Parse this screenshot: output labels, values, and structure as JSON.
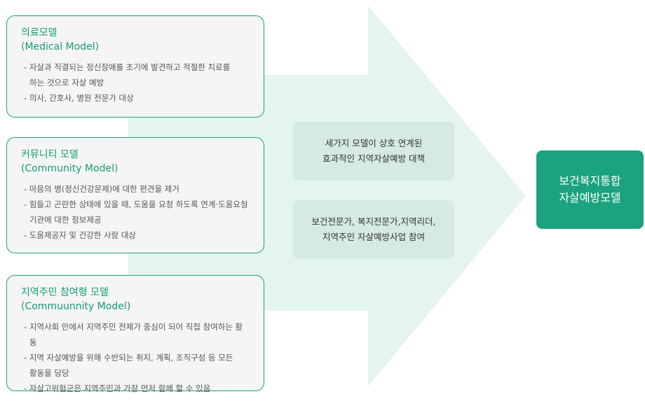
{
  "models": [
    {
      "title": "의료모델",
      "subtitle": "(Medical Model)",
      "items": [
        "자살과 직결되는 정신장애를 초기에 발견하고  적절한 치료를\n하는 것으로 자살 예방",
        "의사, 간호사, 병원 전문가 대상"
      ]
    },
    {
      "title": "커뮤니티 모델",
      "subtitle": "(Community Model)",
      "items": [
        "마음의 병(정신건강문제)에 대한 편견을 제거",
        "힘들고 곤란한 상태에 있을 때, 도움을 요청 하도록 연계·도움요청\n기관에 대한 정보제공",
        "도움제공자 및 건강한 사람 대상"
      ]
    },
    {
      "title": "지역주민 참여형 모델",
      "subtitle": "(Commuunnity Model)",
      "items": [
        "지역사회 안에서 지역주민 전체가 중심이 되어 직접 참여하는 활동",
        "지역 자살예방을 위해 수반되는 취지, 계획,  조직구성 등 모든\n활동을 담당",
        "자살고위험군은 지역주민과 가장 먼저 함께  할 수 있음"
      ]
    }
  ],
  "center": {
    "box1": "세가지 모델이 상호 연계된\n효과적인 지역자살예방 대책",
    "box2": "보건전문가, 복지전문가,지역리더,\n지역주민 자살예방사업 참여"
  },
  "result": "보건복지통합\n자살예방모델",
  "colors": {
    "accent": "#1aa37c",
    "arrow": "#e4f4ef",
    "pill": "#d6e9e2",
    "card_bg": "#f5f5f5"
  }
}
